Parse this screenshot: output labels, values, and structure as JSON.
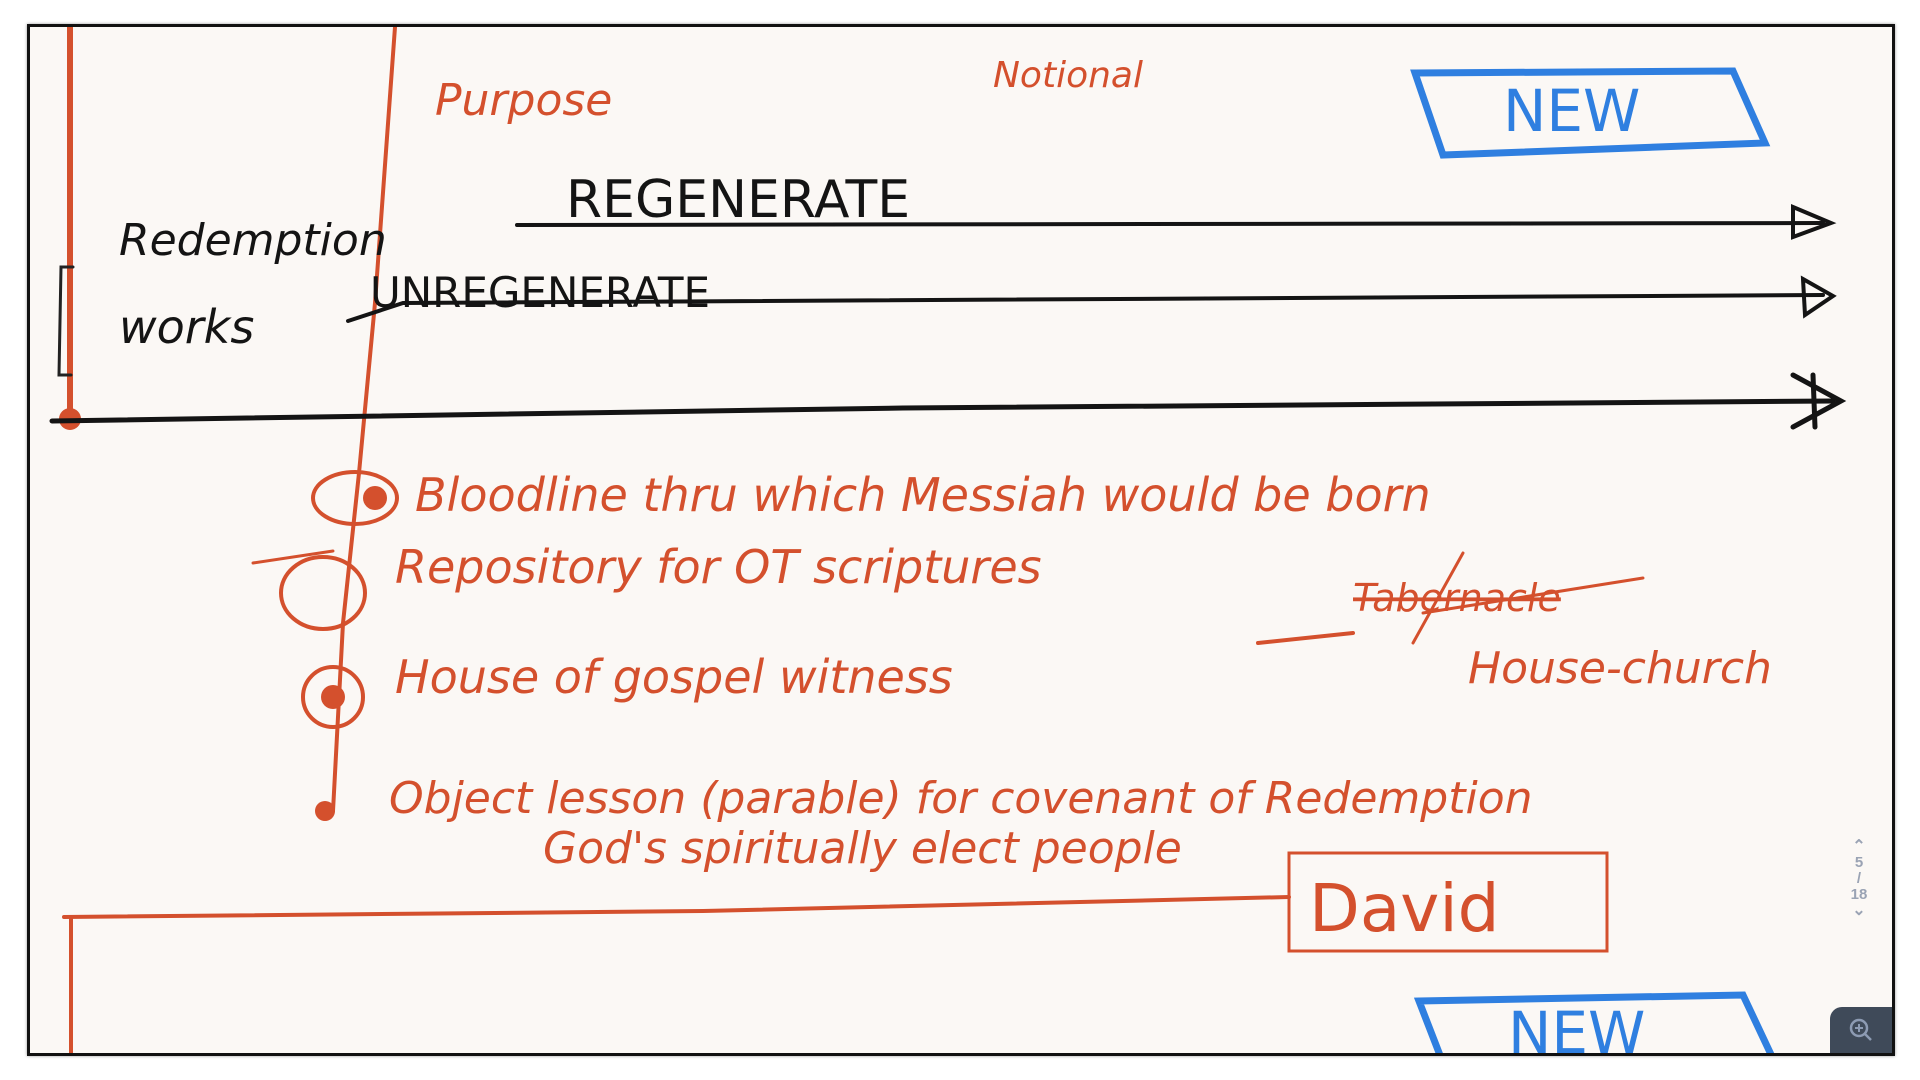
{
  "slide": {
    "purpose": "Purpose",
    "notional": "Notional",
    "new_top": "NEW",
    "new_bottom": "NEW",
    "regenerate": "REGENERATE",
    "unregenerate": "UNREGENERATE",
    "redemption": "Redemption",
    "works": "works",
    "items": [
      "Bloodline thru which Messiah would be born",
      "Repository for OT scriptures",
      "House of gospel witness",
      "Object lesson (parable) for covenant of Redemption"
    ],
    "item4_line2": "God's spiritually elect people",
    "tabernacle": "Tabernacle",
    "house_church": "House-church",
    "david": "David"
  },
  "pager": {
    "current": "5",
    "separator": "/",
    "total": "18"
  },
  "colors": {
    "ink_orange": "#d4502d",
    "ink_black": "#141414",
    "ink_blue": "#2f7fe0",
    "paper": "#fbf8f5"
  }
}
